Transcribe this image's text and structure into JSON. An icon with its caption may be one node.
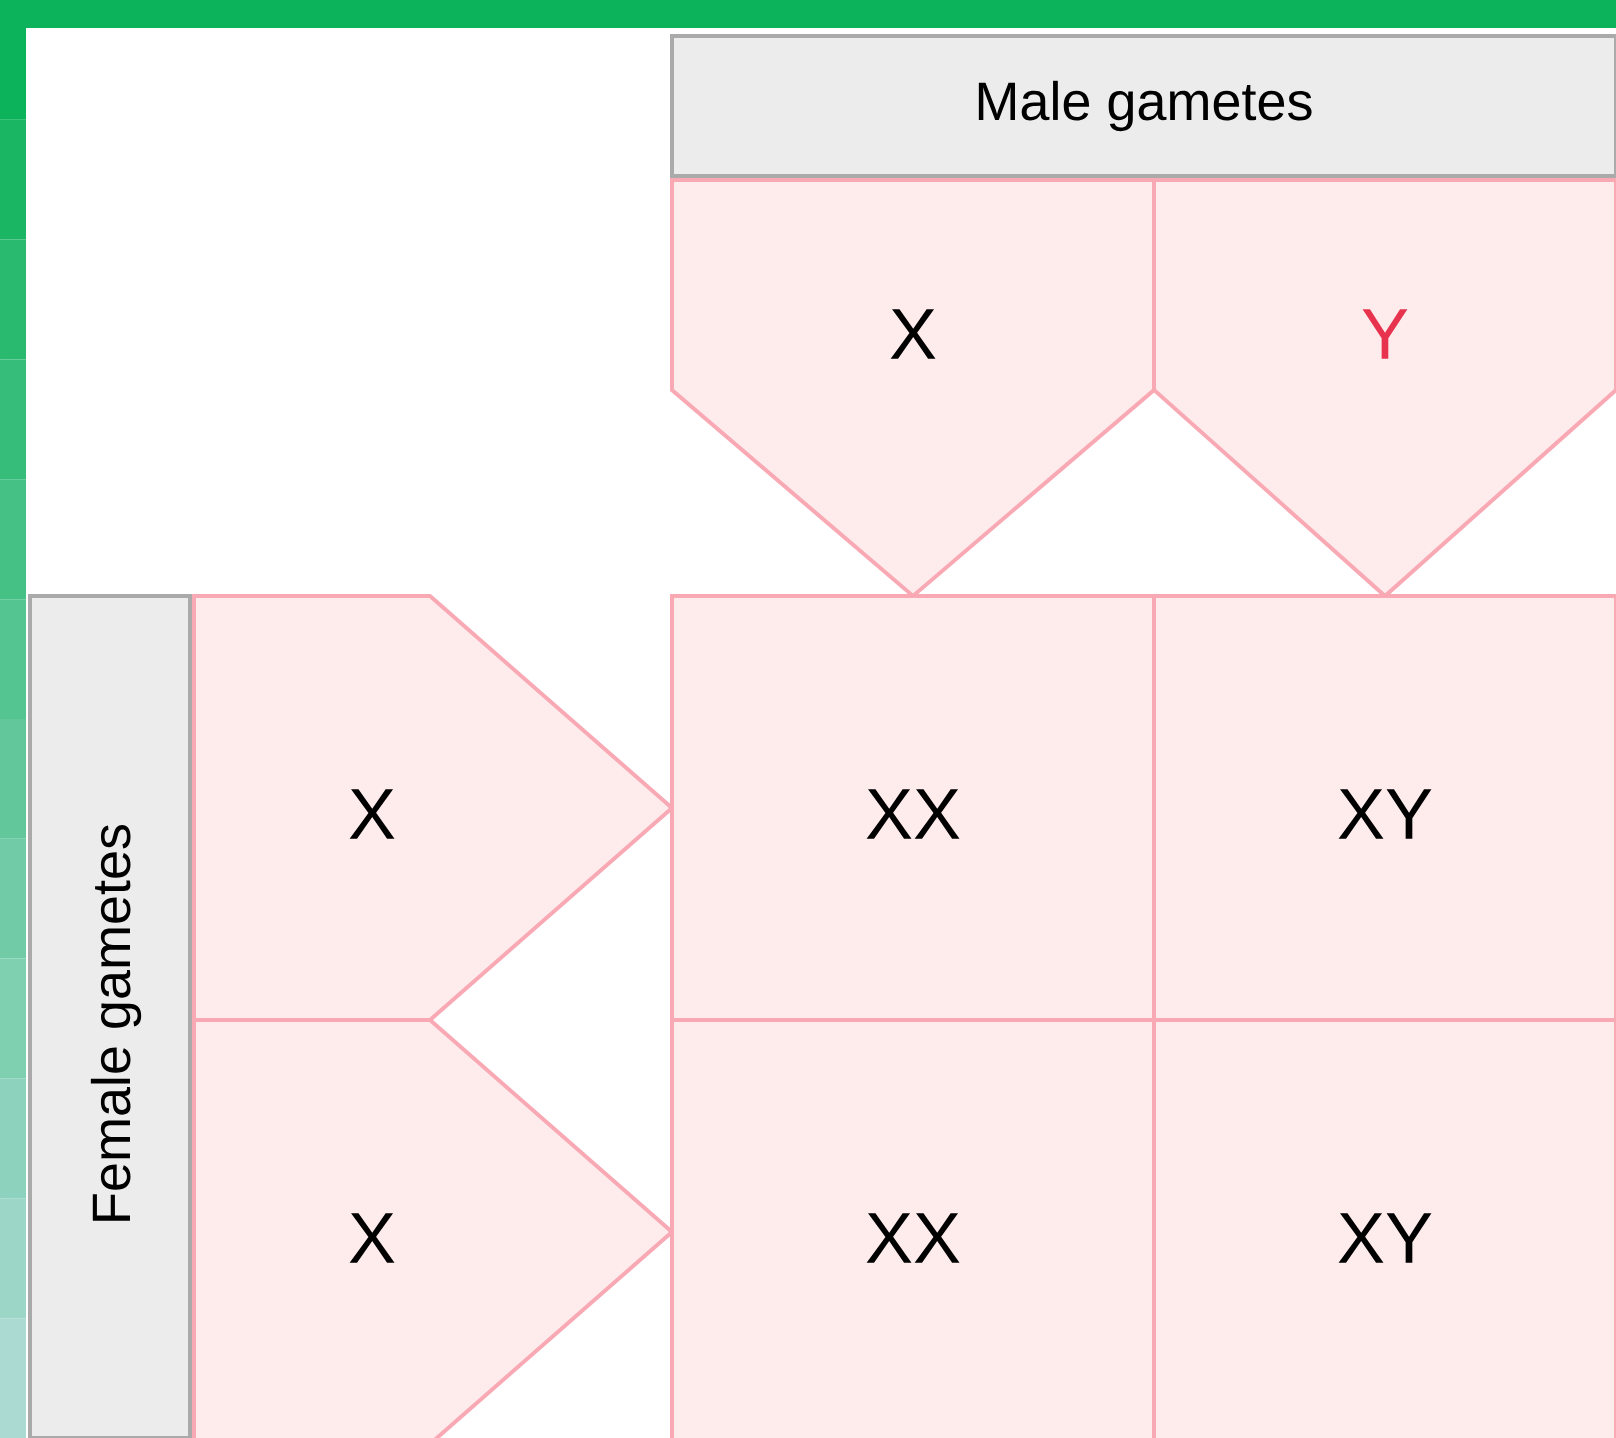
{
  "diagram": {
    "nodes": [
      {
        "text": [
          "Male gametes"
        ]
      },
      {
        "text": [
          "X"
        ]
      },
      {
        "text": [
          "Y"
        ]
      },
      {
        "text": [
          "Female gametes"
        ]
      },
      {
        "text": [
          "X"
        ]
      },
      {
        "text": [
          "XX"
        ]
      },
      {
        "text": [
          "XY"
        ]
      },
      {
        "text": [
          "X"
        ]
      },
      {
        "text": [
          "XX"
        ]
      },
      {
        "text": [
          "XY"
        ]
      }
    ]
  }
}
